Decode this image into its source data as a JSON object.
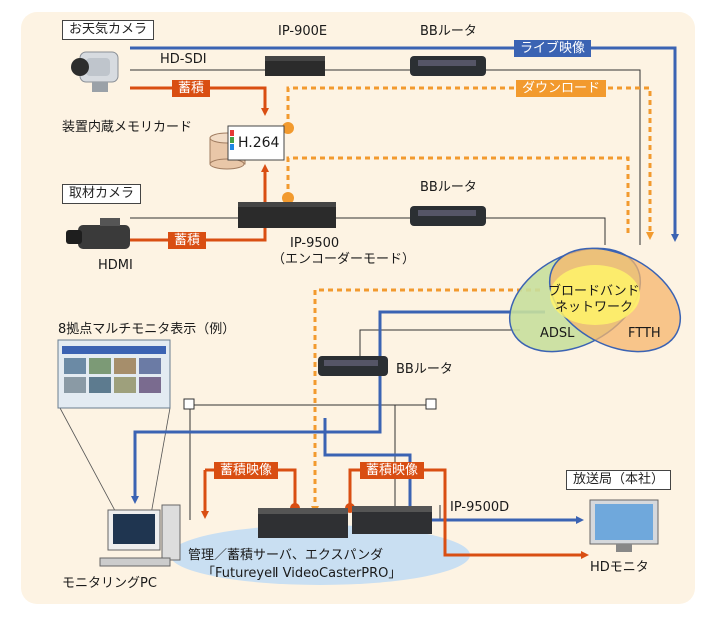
{
  "labels": {
    "weather_camera": "お天気カメラ",
    "ip900e": "IP-900E",
    "bb_router_top": "BBルータ",
    "live_video": "ライブ映像",
    "hd_sdi": "HD-SDI",
    "download": "ダウンロード",
    "accumulate_top": "蓄積",
    "memory_card": "装置内蔵メモリカード",
    "h264": "H.264",
    "news_camera": "取材カメラ",
    "bb_router_mid": "BBルータ",
    "accumulate_mid": "蓄積",
    "hdmi": "HDMI",
    "ip9500": "IP-9500",
    "encoder_mode": "（エンコーダーモード）",
    "broadband_1": "ブロードバンド",
    "broadband_2": "ネットワーク",
    "adsl": "ADSL",
    "ftth": "FTTH",
    "multi_monitor": "8拠点マルチモニタ表示（例）",
    "bb_router_low": "BBルータ",
    "stored_video_1": "蓄積映像",
    "stored_video_2": "蓄積映像",
    "broadcast_station": "放送局（本社）",
    "ip9500d": "IP-9500D",
    "hd_monitor": "HDモニタ",
    "monitoring_pc": "モニタリングPC",
    "server_1": "管理／蓄積サーバ、エクスパンダ",
    "server_2": "「FutureyeⅡ VideoCasterPRO」"
  },
  "colors": {
    "live_line": "#3b63b3",
    "accumulate_line": "#d94e12",
    "download_line": "#f29a2e",
    "network_line": "#333333",
    "panel_bg": "#fdf3e3"
  }
}
